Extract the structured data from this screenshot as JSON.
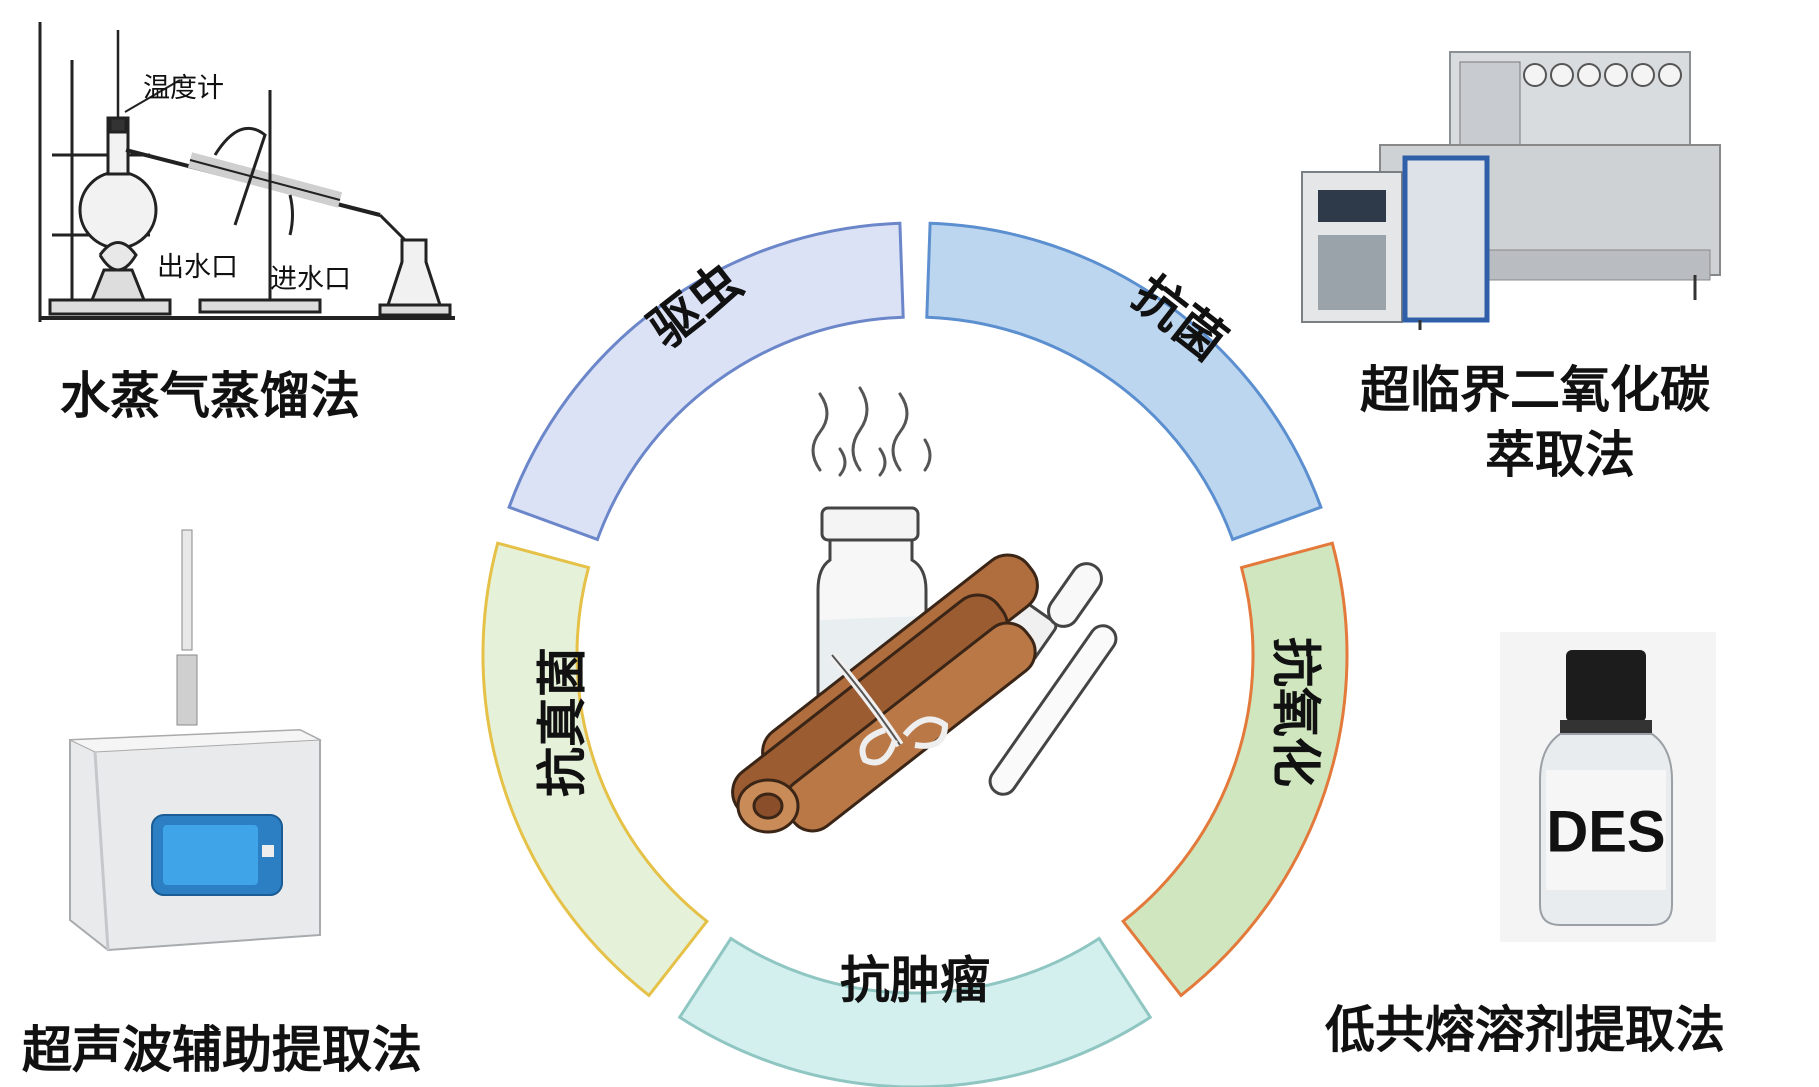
{
  "methods": {
    "steam_distillation": "水蒸气蒸馏法",
    "supercritical_co2_line1": "超临界二氧化碳",
    "supercritical_co2_line2": "萃取法",
    "ultrasonic": "超声波辅助提取法",
    "des_method": "低共熔溶剂提取法"
  },
  "apparatus_labels": {
    "thermometer": "温度计",
    "water_out": "出水口",
    "water_in": "进水口"
  },
  "bottle_label": "DES",
  "ring_segments": [
    {
      "label": "驱虫",
      "fill": "#dbe2f6",
      "stroke": "#6b86c9"
    },
    {
      "label": "抗菌",
      "fill": "#bcd6ef",
      "stroke": "#5b8fcf"
    },
    {
      "label": "抗氧化",
      "fill": "#cfe6bf",
      "stroke": "#e3793a"
    },
    {
      "label": "抗肿瘤",
      "fill": "#d3f0ef",
      "stroke": "#8fc6c2"
    },
    {
      "label": "抗真菌",
      "fill": "#e6f1d9",
      "stroke": "#e5c148"
    }
  ]
}
